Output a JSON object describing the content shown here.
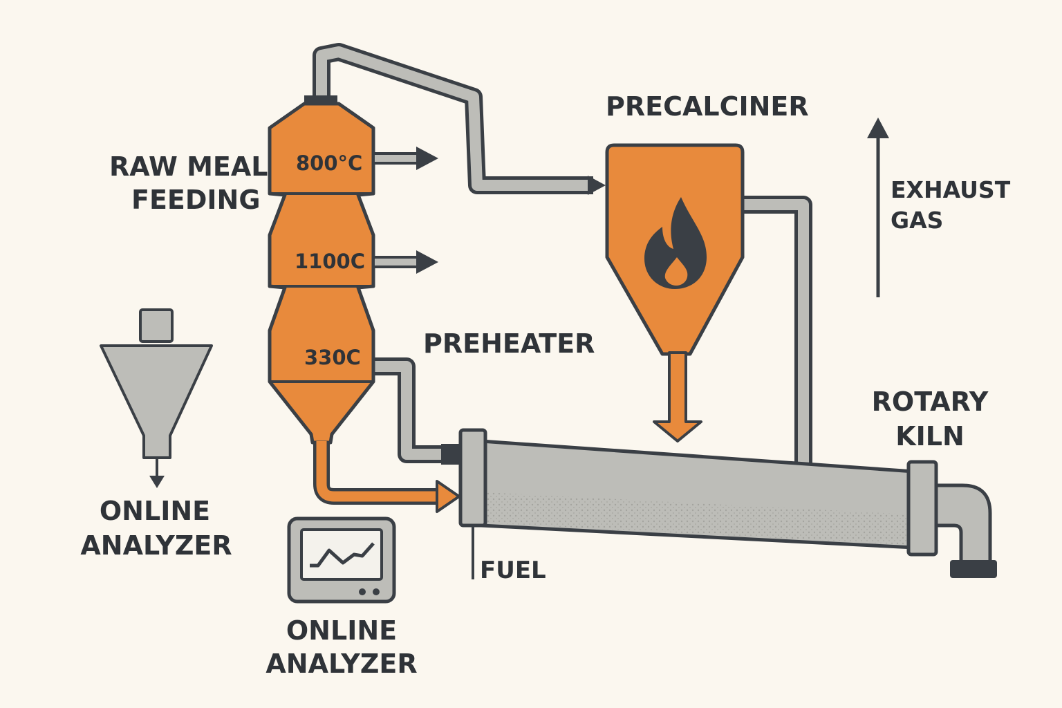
{
  "labels": {
    "raw_meal_line1": "RAW MEAL",
    "raw_meal_line2": "FEEDING",
    "preheater": "PREHEATER",
    "precalciner": "PRECALCINER",
    "exhaust_line1": "EXHAUST",
    "exhaust_line2": "GAS",
    "rotary_line1": "ROTARY",
    "rotary_line2": "KILN",
    "fuel": "FUEL",
    "analyzer_left_line1": "ONLINE",
    "analyzer_left_line2": "ANALYZER",
    "analyzer_bottom_line1": "ONLINE",
    "analyzer_bottom_line2": "ANALYZER"
  },
  "temperatures": {
    "stage1": "800°C",
    "stage2": "1100C",
    "stage3": "330C"
  },
  "colors": {
    "background": "#fbf7ef",
    "orange": "#e88a3c",
    "outline": "#3a3f45",
    "pipe": "#bdbdb8",
    "gray": "#bdbdb8"
  },
  "icons": {
    "precalciner": "flame-icon",
    "analyzer": "trend-chart-icon"
  }
}
